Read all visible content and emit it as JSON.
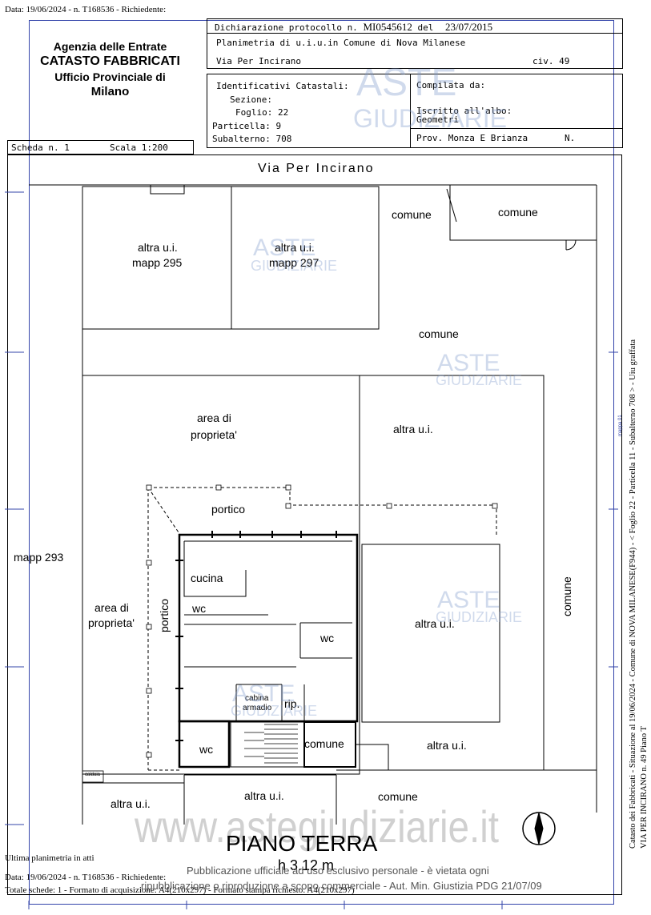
{
  "top_line": "Data: 19/06/2024 - n. T168536 - Richiedente:",
  "agency": {
    "line1": "Agenzia delle Entrate",
    "line2": "CATASTO FABBRICATI",
    "line3": "Ufficio Provinciale di",
    "line4": "Milano"
  },
  "header": {
    "dichiarazione_label": "Dichiarazione protocollo n.",
    "protocollo": "MI0545612",
    "del_label": "del",
    "date": "23/07/2015",
    "planimetria": "Planimetria di u.i.u.in Comune di Nova Milanese",
    "via": "Via Per Incirano",
    "civ": "civ. 49"
  },
  "identificativi": {
    "title": "Identificativi Catastali:",
    "sezione": "Sezione:",
    "foglio": "Foglio: 22",
    "particella": "Particella: 9",
    "subalterno": "Subalterno: 708"
  },
  "compilata": {
    "title": "Compilata da:",
    "iscritto": "Iscritto all'albo:",
    "geometri": "Geometri",
    "prov": "Prov. Monza E Brianza",
    "n": "N."
  },
  "scheda": {
    "label": "Scheda n. 1",
    "scala": "Scala 1:200"
  },
  "plan": {
    "street": "Via Per Incirano",
    "labels": {
      "comune1": "comune",
      "comune2": "comune",
      "altra295_a": "altra u.i.",
      "altra295_b": "mapp 295",
      "altra297_a": "altra u.i.",
      "altra297_b": "mapp 297",
      "comune3": "comune",
      "area1_a": "area di",
      "area1_b": "proprieta'",
      "altra_right": "altra u.i.",
      "portico_top": "portico",
      "mapp293": "mapp 293",
      "cucina": "cucina",
      "wc1": "wc",
      "portico_side": "portico",
      "area2_a": "area di",
      "area2_b": "proprieta'",
      "wc2": "wc",
      "altra_mid": "altra u.i.",
      "comune_vert": "comune",
      "cabina_a": "cabina",
      "cabina_b": "armadio",
      "rip": "rip.",
      "wc3": "wc",
      "comune_stairs": "comune",
      "altra_lower_right": "altra u.i.",
      "caldaia": "caldaia",
      "altra_bottom_left": "altra u.i.",
      "altra_bottom_mid": "altra u.i.",
      "comune_bottom": "comune"
    },
    "title": "PIANO TERRA",
    "height": "h 3.12 m"
  },
  "side_text": {
    "line1": "Catasto dei Fabbricati - Situazione al 19/06/2024 - Comune di NOVA MILANESE(F944) - < Foglio 22 - Particella 11 - Subalterno 708 > - Uiu graffata",
    "line2": "VIA PER INCIRANO n. 49 Piano T",
    "small": "mappa 01"
  },
  "footer": {
    "ultima": "Ultima planimetria in atti",
    "data_line": "Data: 19/06/2024 - n. T168536 - Richiedente:",
    "totale": "Totale schede: 1 - Formato di acquisizione: A4(210x297) - Formato stampa richiesto: A4(210x297)",
    "pubblicazione1": "Pubblicazione ufficiale ad uso esclusivo personale - è vietata ogni",
    "pubblicazione2": "ripubblicazione o riproduzione a scopo commerciale - Aut. Min. Giustizia PDG 21/07/09"
  },
  "watermark": {
    "aste": "ASTE",
    "giudiziarie": "GIUDIZIARIE",
    "url": "www.astegiudiziarie.it"
  }
}
